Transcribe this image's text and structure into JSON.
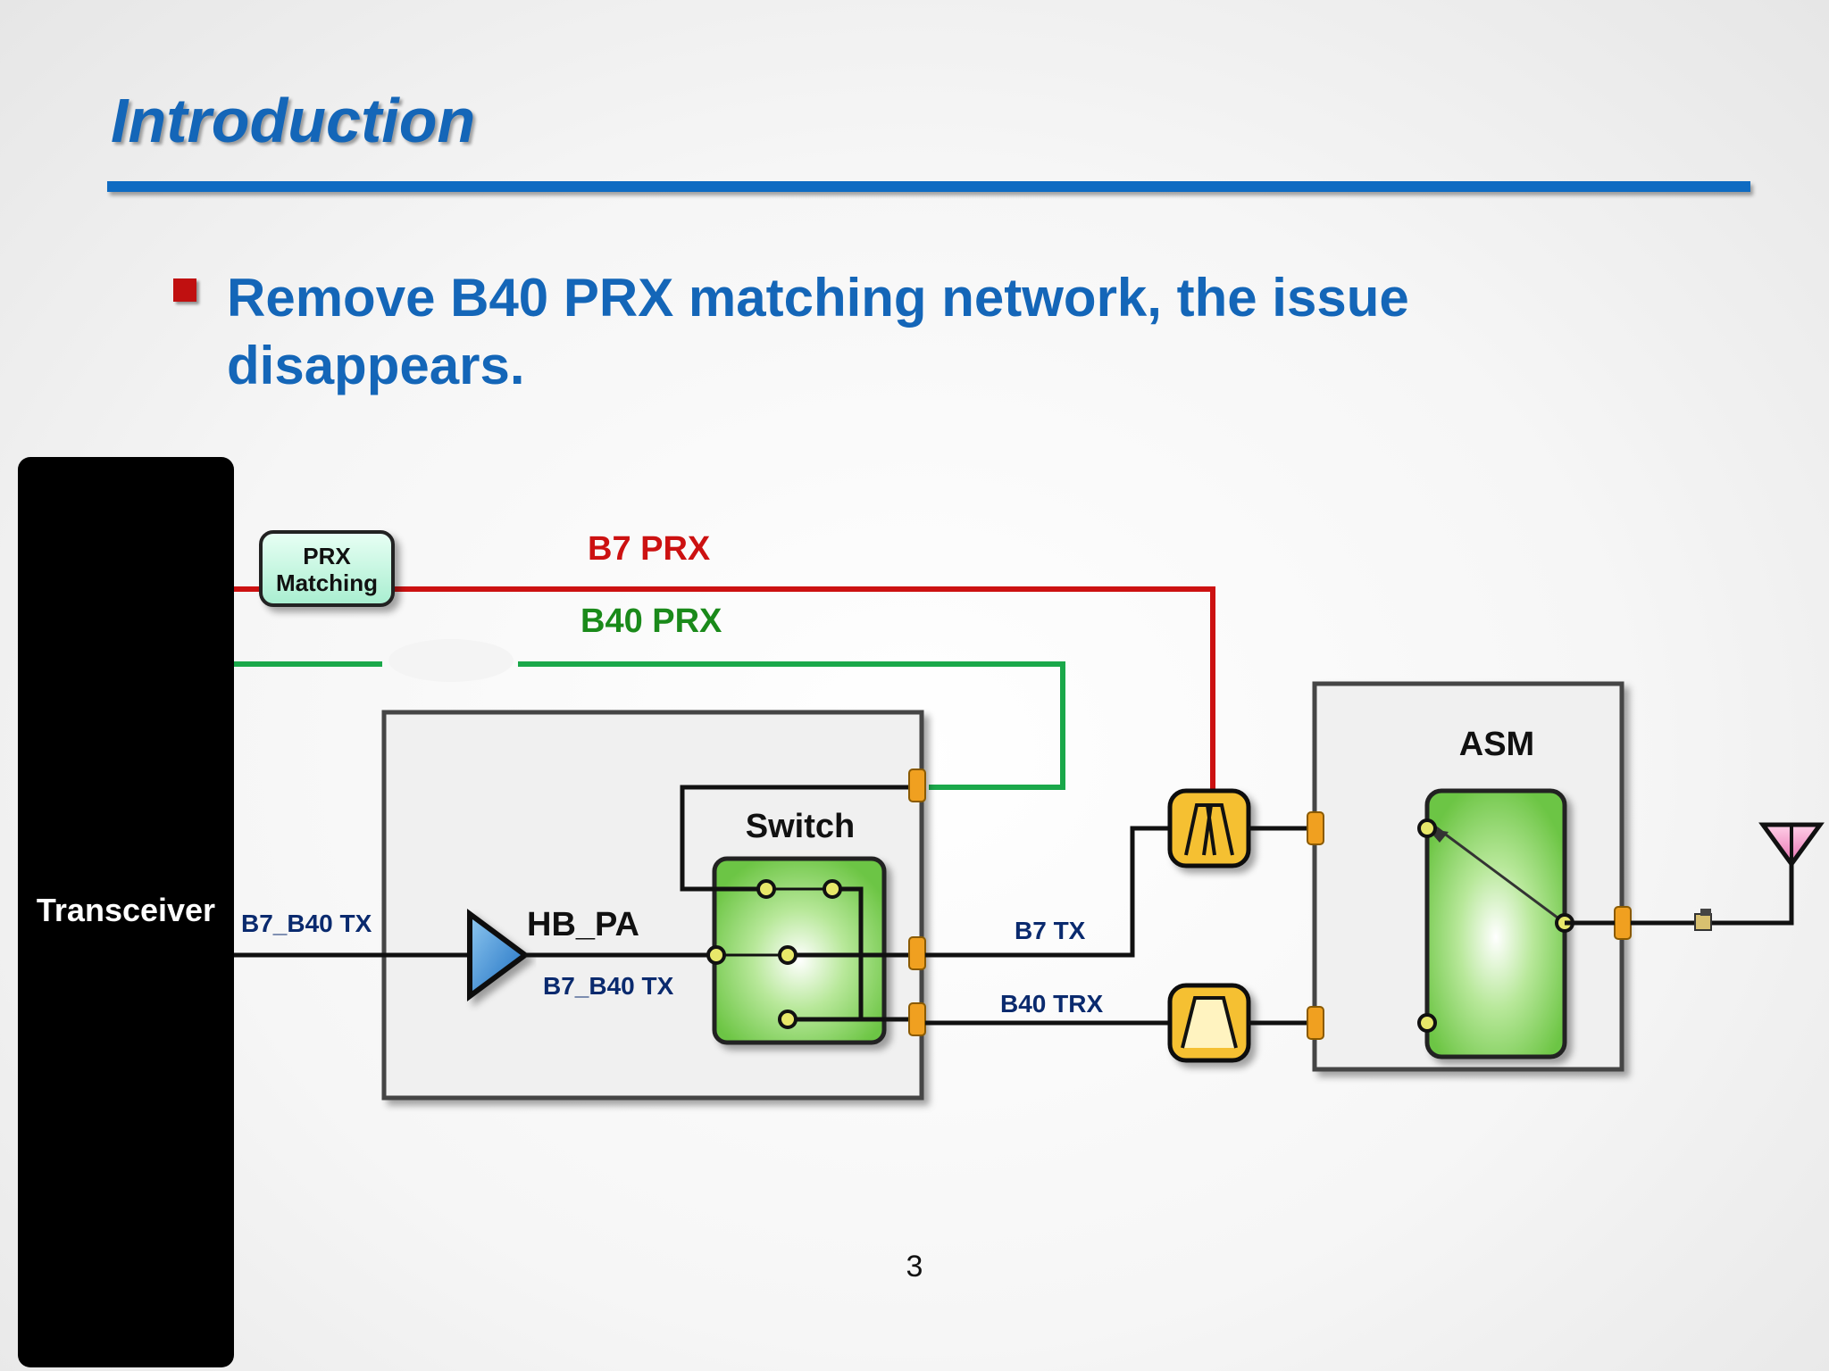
{
  "slide": {
    "title": "Introduction",
    "bullet": "Remove B40 PRX matching network, the issue disappears.",
    "page_number": "3"
  },
  "diagram": {
    "transceiver": "Transceiver",
    "prx_matching_line1": "PRX",
    "prx_matching_line2": "Matching",
    "b7_prx": "B7 PRX",
    "b40_prx": "B40 PRX",
    "b7_b40_tx_in": "B7_B40 TX",
    "hb_pa": "HB_PA",
    "b7_b40_tx_pa": "B7_B40 TX",
    "switch": "Switch",
    "b7_tx": "B7 TX",
    "b40_trx": "B40 TRX",
    "asm": "ASM"
  },
  "colors": {
    "title_blue": "#1466b8",
    "bullet_red": "#c01010",
    "b7_red": "#cc1111",
    "b40_green": "#1aa84a",
    "label_navy": "#0a2a6e",
    "port_orange": "#f0a020",
    "filter_yellow": "#f5c030",
    "switch_green": "#7ed05a"
  }
}
